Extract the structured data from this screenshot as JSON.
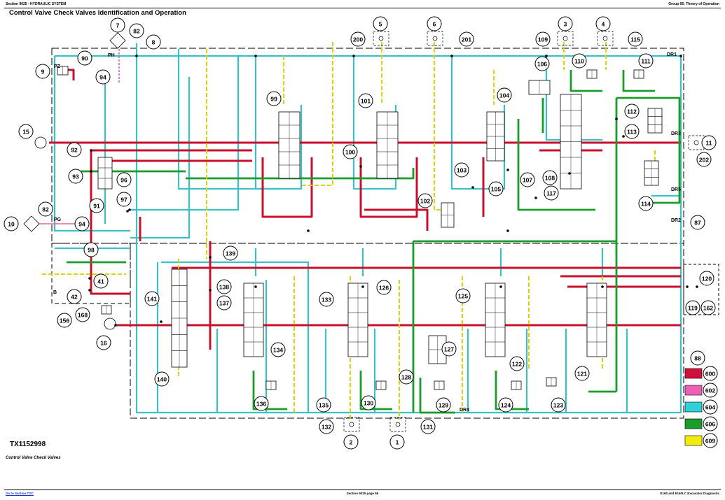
{
  "header": {
    "left": "Section 9025 - HYDRAULIC SYSTEM",
    "right": "Group 05: Theory of Operation"
  },
  "title": "Control Valve Check Valves Identification and Operation",
  "figure_id": "TX1152998",
  "caption": "Control Valve Check Valves",
  "footer": {
    "left": "Go to Section TOC",
    "center": "Section 9025 page 56",
    "right": "E160 and E160LC Excavator Diagnostic"
  },
  "port_labels": [
    "PH",
    "PZ",
    "PG",
    "B",
    "DR1",
    "DR3",
    "DR5",
    "DR2",
    "DR4"
  ],
  "callouts": [
    "1",
    "2",
    "3",
    "4",
    "5",
    "6",
    "7",
    "8",
    "9",
    "10",
    "11",
    "15",
    "16",
    "41",
    "42",
    "82",
    "82",
    "87",
    "88",
    "90",
    "91",
    "92",
    "93",
    "94",
    "94",
    "96",
    "97",
    "98",
    "99",
    "100",
    "101",
    "102",
    "103",
    "104",
    "105",
    "106",
    "107",
    "108",
    "109",
    "110",
    "111",
    "112",
    "113",
    "114",
    "115",
    "117",
    "119",
    "120",
    "121",
    "122",
    "123",
    "124",
    "125",
    "126",
    "128",
    "127",
    "129",
    "130",
    "131",
    "132",
    "133",
    "134",
    "135",
    "136",
    "137",
    "138",
    "139",
    "140",
    "141",
    "156",
    "162",
    "168",
    "200",
    "201",
    "202"
  ],
  "legend": {
    "title_callout": "88",
    "items": [
      {
        "code": "600",
        "color": "#d0103a"
      },
      {
        "code": "602",
        "color": "#ee5fb3"
      },
      {
        "code": "604",
        "color": "#2fd0d8"
      },
      {
        "code": "606",
        "color": "#1a9c2a"
      },
      {
        "code": "609",
        "color": "#f2ec0c"
      }
    ]
  },
  "colors": {
    "pressure": "#c8102e",
    "pilot": "#ee5fb3",
    "return": "#3cc0c8",
    "work": "#1a9c2a",
    "signal": "#e0d20a"
  }
}
